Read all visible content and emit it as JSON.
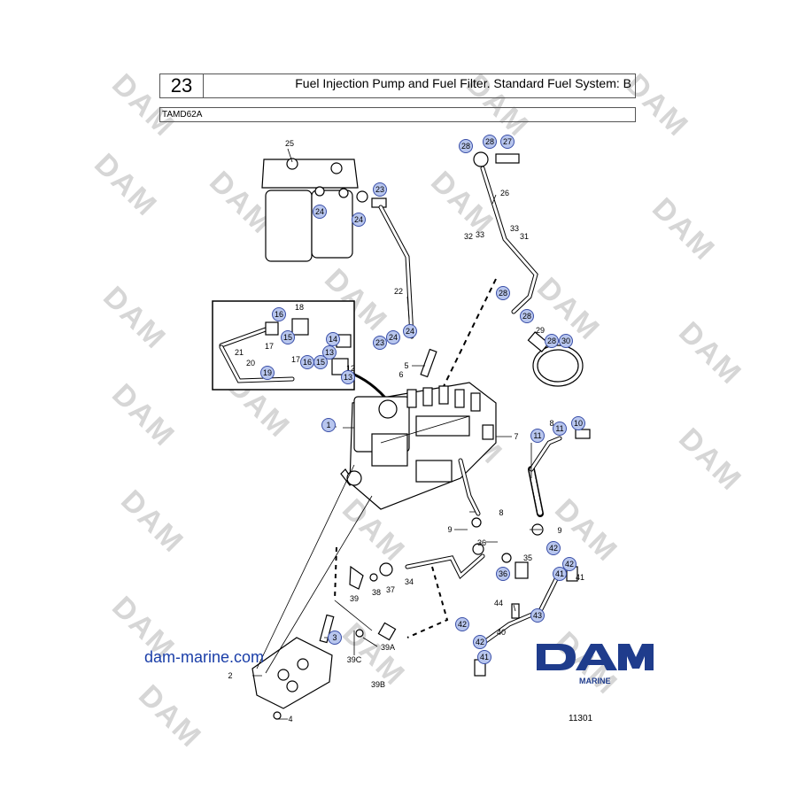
{
  "header": {
    "page_number": "23",
    "title": "Fuel Injection Pump and Fuel Filter. Standard Fuel System: B",
    "model": "TAMD62A"
  },
  "watermark": {
    "text": "DAM"
  },
  "footer": {
    "website": "dam-marine.com",
    "logo_text": "DAM",
    "logo_subtext": "MARINE",
    "figure_number": "11301"
  },
  "callouts": {
    "plain": [
      "25",
      "26",
      "22",
      "32",
      "33",
      "33",
      "31",
      "29",
      "18",
      "17",
      "21",
      "20",
      "17",
      "12",
      "5",
      "6",
      "7",
      "8",
      "8",
      "9",
      "9",
      "36",
      "35",
      "34",
      "38",
      "37",
      "39",
      "39A",
      "39C",
      "39B",
      "41",
      "44",
      "40",
      "2",
      "4"
    ],
    "circled": [
      "28",
      "28",
      "27",
      "23",
      "24",
      "24",
      "28",
      "28",
      "28",
      "30",
      "16",
      "15",
      "14",
      "13",
      "23",
      "24",
      "24",
      "19",
      "16",
      "15",
      "13",
      "1",
      "10",
      "11",
      "11",
      "42",
      "42",
      "41",
      "36",
      "43",
      "42",
      "42",
      "41",
      "3"
    ]
  },
  "colors": {
    "callout_fill": "#b8c6ee",
    "callout_stroke": "#3a4fa8",
    "logo_blue": "#1f3c8c",
    "link_blue": "#1a3ea8"
  }
}
